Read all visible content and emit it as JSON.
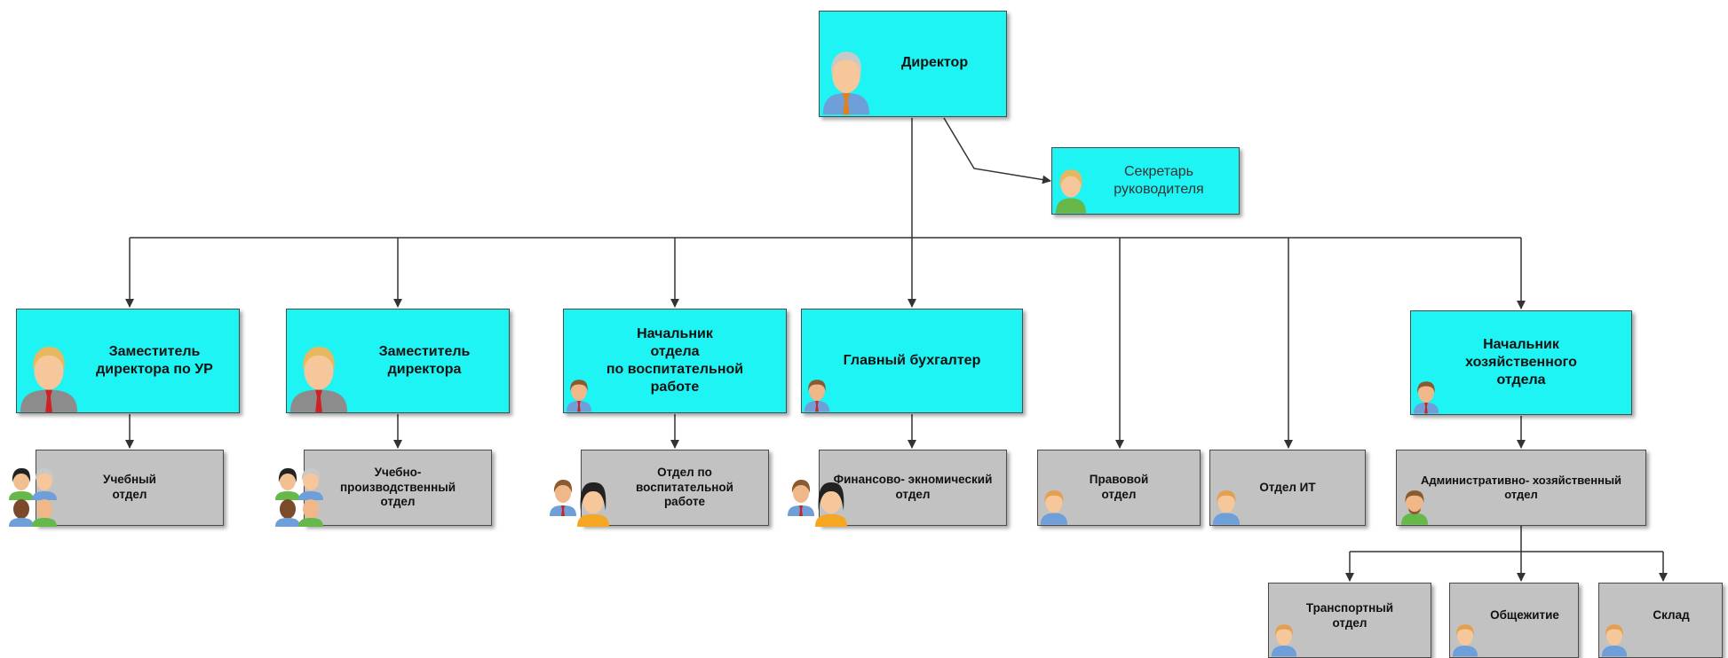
{
  "director": {
    "label": "Директор"
  },
  "secretary": {
    "label": "Секретарь\nруководителя"
  },
  "deputy_ur": {
    "label": "Заместитель\nдиректора по УР"
  },
  "deputy": {
    "label": "Заместитель\nдиректора"
  },
  "head_education": {
    "label": "Начальник\nотдела\nпо воспитательной\nработе"
  },
  "chief_accountant": {
    "label": "Главный бухгалтер"
  },
  "head_household": {
    "label": "Начальник\nхозяйственного\nотдела"
  },
  "dept_study": {
    "label": "Учебный\nотдел"
  },
  "dept_production": {
    "label": "Учебно-\nпроизводственный\nотдел"
  },
  "dept_education": {
    "label": "Отдел по\nвоспитательной\nработе"
  },
  "dept_finance": {
    "label": "Финансово- экномический\nотдел"
  },
  "dept_legal": {
    "label": "Правовой\nотдел"
  },
  "dept_it": {
    "label": "Отдел ИТ"
  },
  "dept_admin": {
    "label": "Административно- хозяйственный\nотдел"
  },
  "dept_transport": {
    "label": "Транспортный\nотдел"
  },
  "dept_dormitory": {
    "label": "Общежитие"
  },
  "dept_warehouse": {
    "label": "Склад"
  },
  "colors": {
    "manager_box": "#1ef4f4",
    "department_box": "#c2c2c2",
    "connector": "#333333"
  }
}
